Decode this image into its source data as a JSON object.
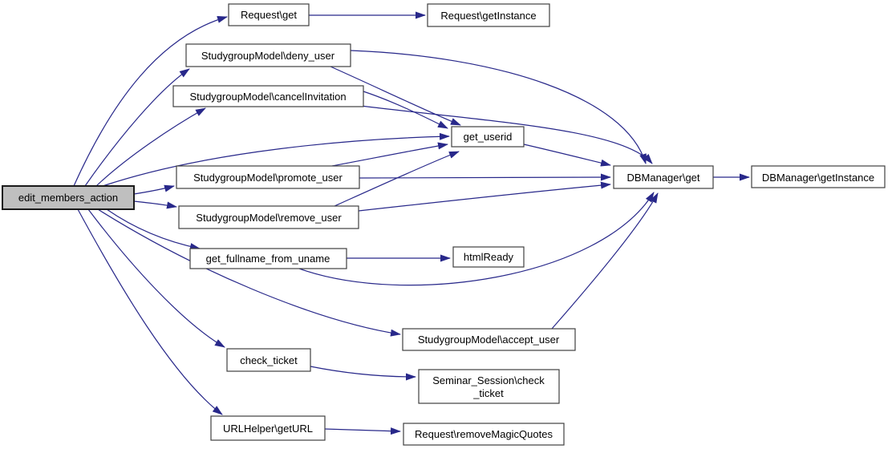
{
  "diagram": {
    "type": "call-graph",
    "background_color": "#ffffff",
    "edge_color": "#28288a",
    "node_fill": "#ffffff",
    "node_border_color": "#404040",
    "root_node_fill": "#bfbfbf",
    "nodes": [
      {
        "id": "edit_members_action",
        "label": "edit_members_action",
        "root": true
      },
      {
        "id": "request_get",
        "label": "Request\\get"
      },
      {
        "id": "request_getinstance",
        "label": "Request\\getInstance"
      },
      {
        "id": "studygroupmodel_deny_user",
        "label": "StudygroupModel\\deny_user"
      },
      {
        "id": "studygroupmodel_cancelinvitation",
        "label": "StudygroupModel\\cancelInvitation"
      },
      {
        "id": "get_userid",
        "label": "get_userid"
      },
      {
        "id": "studygroupmodel_promote_user",
        "label": "StudygroupModel\\promote_user"
      },
      {
        "id": "studygroupmodel_remove_user",
        "label": "StudygroupModel\\remove_user"
      },
      {
        "id": "dbmanager_get",
        "label": "DBManager\\get"
      },
      {
        "id": "dbmanager_getinstance",
        "label": "DBManager\\getInstance"
      },
      {
        "id": "get_fullname_from_uname",
        "label": "get_fullname_from_uname"
      },
      {
        "id": "htmlready",
        "label": "htmlReady"
      },
      {
        "id": "studygroupmodel_accept_user",
        "label": "StudygroupModel\\accept_user"
      },
      {
        "id": "check_ticket",
        "label": "check_ticket"
      },
      {
        "id": "seminar_session_check_ticket",
        "label": "Seminar_Session\\check_ticket",
        "label_lines": [
          "Seminar_Session\\check",
          "_ticket"
        ]
      },
      {
        "id": "urlhelper_geturl",
        "label": "URLHelper\\getURL"
      },
      {
        "id": "request_removemagicquotes",
        "label": "Request\\removeMagicQuotes"
      }
    ],
    "edges": [
      {
        "from": "edit_members_action",
        "to": "request_get"
      },
      {
        "from": "edit_members_action",
        "to": "studygroupmodel_deny_user"
      },
      {
        "from": "edit_members_action",
        "to": "studygroupmodel_cancelinvitation"
      },
      {
        "from": "edit_members_action",
        "to": "get_userid"
      },
      {
        "from": "edit_members_action",
        "to": "studygroupmodel_promote_user"
      },
      {
        "from": "edit_members_action",
        "to": "studygroupmodel_remove_user"
      },
      {
        "from": "edit_members_action",
        "to": "get_fullname_from_uname"
      },
      {
        "from": "edit_members_action",
        "to": "studygroupmodel_accept_user"
      },
      {
        "from": "edit_members_action",
        "to": "check_ticket"
      },
      {
        "from": "edit_members_action",
        "to": "urlhelper_geturl"
      },
      {
        "from": "request_get",
        "to": "request_getinstance"
      },
      {
        "from": "studygroupmodel_deny_user",
        "to": "get_userid"
      },
      {
        "from": "studygroupmodel_deny_user",
        "to": "dbmanager_get"
      },
      {
        "from": "studygroupmodel_cancelinvitation",
        "to": "get_userid"
      },
      {
        "from": "studygroupmodel_cancelinvitation",
        "to": "dbmanager_get"
      },
      {
        "from": "get_userid",
        "to": "dbmanager_get"
      },
      {
        "from": "studygroupmodel_promote_user",
        "to": "get_userid"
      },
      {
        "from": "studygroupmodel_promote_user",
        "to": "dbmanager_get"
      },
      {
        "from": "studygroupmodel_remove_user",
        "to": "get_userid"
      },
      {
        "from": "studygroupmodel_remove_user",
        "to": "dbmanager_get"
      },
      {
        "from": "get_fullname_from_uname",
        "to": "htmlready"
      },
      {
        "from": "get_fullname_from_uname",
        "to": "dbmanager_get"
      },
      {
        "from": "studygroupmodel_accept_user",
        "to": "dbmanager_get"
      },
      {
        "from": "check_ticket",
        "to": "seminar_session_check_ticket"
      },
      {
        "from": "urlhelper_geturl",
        "to": "request_removemagicquotes"
      },
      {
        "from": "dbmanager_get",
        "to": "dbmanager_getinstance"
      }
    ]
  }
}
